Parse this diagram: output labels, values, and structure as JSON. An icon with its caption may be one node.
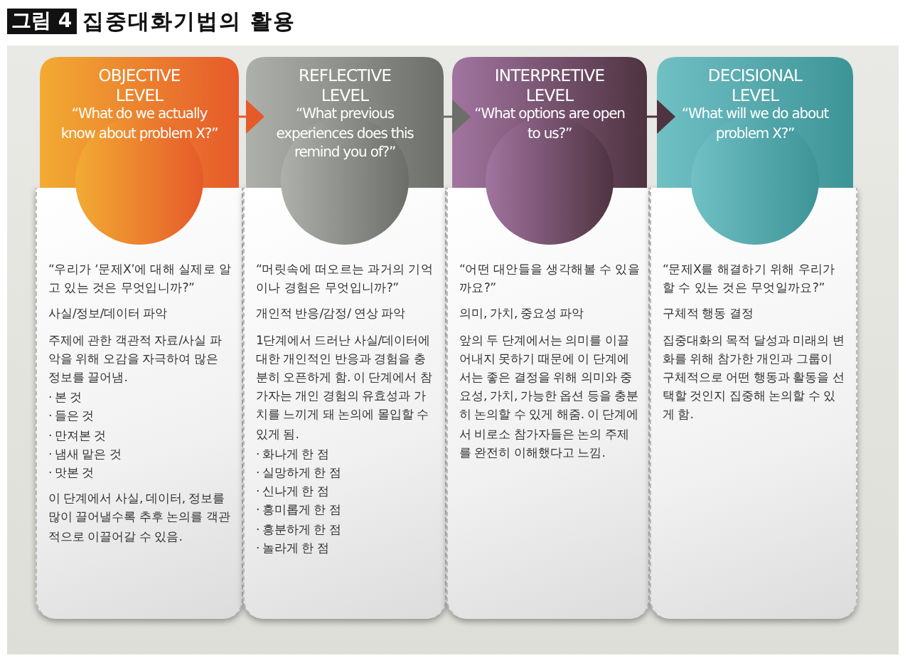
{
  "diagram": {
    "title": "집중대화기법의 활용",
    "nodes": [
      {
        "text": [
          "OBJECTIVE LEVEL",
          "“What do we actually know about problem X?”"
        ]
      },
      {
        "text": [
          "REFLECTIVE LEVEL",
          "“What previous experiences does this remind you of?”"
        ]
      },
      {
        "text": [
          "INTERPRETIVE LEVEL",
          "“What options are open to us?”"
        ]
      },
      {
        "text": [
          "DECISIONAL LEVEL",
          "“What will we do about problem X?”"
        ]
      },
      {
        "text": [
          "“우리가 ‘문제X’에 대해 실제로 알고 있는 것은 무엇입니까?”",
          "사실/정보/데이터 파악",
          "주제에 관한 객관적 자료/사실 파악을 위해 오감을 자극하여 많은 정보를 끌어냄.",
          "· 본 것",
          "· 들은 것",
          "· 만져본 것",
          "· 냄새 맡은 것",
          "· 맛본 것",
          "이 단계에서 사실, 데이터, 정보를 많이 끌어낼수록 추후 논의를 객관적으로 이끌어갈 수 있음."
        ]
      },
      {
        "text": [
          "“머릿속에 떠오르는 과거의 기억이나 경험은 무엇입니까?”",
          "개인적 반응/감정/ 연상 파악",
          "1단계에서 드러난 사실/데이터에 대한 개인적인 반응과 경험을 충분히 오픈하게 함. 이 단계에서 참가자는 개인 경험의 유효성과 가치를 느끼게 돼 논의에 몰입할 수 있게 됨.",
          "· 화나게 한 점",
          "· 실망하게 한 점",
          "· 신나게 한 점",
          "· 흥미롭게 한 점",
          "· 흥분하게 한 점",
          "· 놀라게 한 점"
        ]
      },
      {
        "text": [
          "“어떤 대안들을 생각해볼 수 있을까요?”",
          "의미, 가치, 중요성 파악",
          "앞의 두 단계에서는 의미를 이끌어내지 못하기 때문에 이 단계에서는 좋은 결정을 위해 의미와 중요성, 가치, 가능한 옵션 등을 충분히 논의할 수 있게 해줌. 이 단계에서 비로소 참가자들은 논의 주제를 완전히 이해했다고 느낌."
        ]
      },
      {
        "text": [
          "“문제X를 해결하기 위해 우리가 할 수 있는 것은 무엇일까요?”",
          "구체적 행동 결정",
          "집중대화의 목적 달성과 미래의 변화를 위해 참가한 개인과 그룹이 구체적으로 어떤 행동과 활동을 선택할 것인지 집중해 논의할 수 있게 함."
        ]
      }
    ],
    "edges": [
      {
        "from": 0,
        "to": 1,
        "arrow": "to",
        "color": "#e65a2a"
      },
      {
        "from": 1,
        "to": 2,
        "arrow": "to",
        "color": "#6c6e69"
      },
      {
        "from": 2,
        "to": 3,
        "arrow": "to",
        "color": "#4e3340"
      }
    ],
    "labels": [
      "그림 4"
    ]
  }
}
